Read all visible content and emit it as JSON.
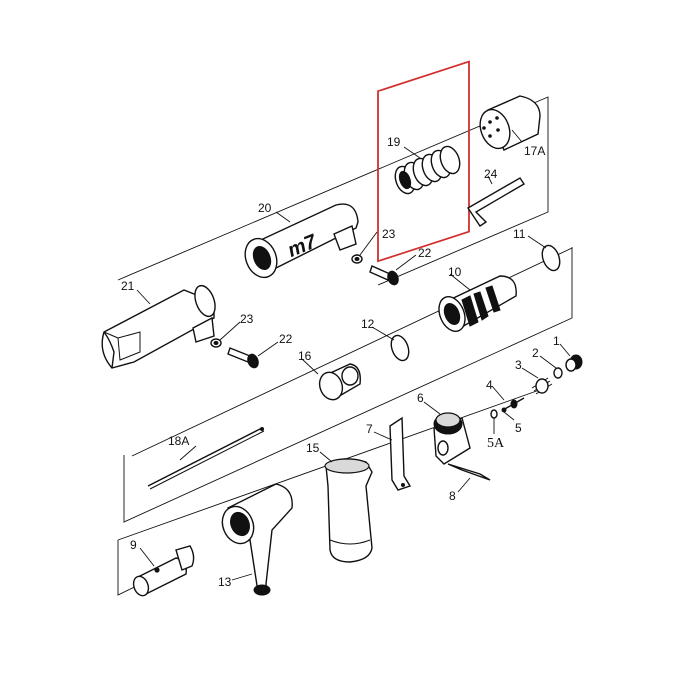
{
  "brand_mark": "m7",
  "highlight_color": "#d32f2f",
  "labels": {
    "p1": "1",
    "p2": "2",
    "p3": "3",
    "p4": "4",
    "p5": "5",
    "p5a": "5A",
    "p6": "6",
    "p7": "7",
    "p8": "8",
    "p9": "9",
    "p10": "10",
    "p11": "11",
    "p12": "12",
    "p13": "13",
    "p15": "15",
    "p16": "16",
    "p17a": "17A",
    "p18a": "18A",
    "p19": "19",
    "p20": "20",
    "p21": "21",
    "p22a": "22",
    "p22b": "22",
    "p23a": "23",
    "p23b": "23",
    "p24": "24"
  }
}
